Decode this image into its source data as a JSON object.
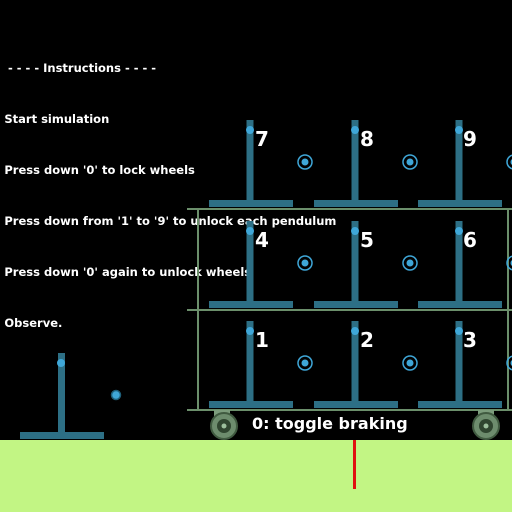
{
  "instructions": {
    "heading": "- - - - Instructions - - - -",
    "steps": [
      ". Start simulation",
      ". Press down '0' to lock wheels",
      ". Press down from '1' to '9' to unlock each pendulum",
      ". Press down '0' again to unlock wheels",
      ". Observe."
    ]
  },
  "pendulums": {
    "top_row": [
      "7",
      "8",
      "9"
    ],
    "middle_row": [
      "4",
      "5",
      "6"
    ],
    "bottom_row": [
      "1",
      "2",
      "3"
    ]
  },
  "brake_label": "0: toggle braking",
  "colors": {
    "background": "#000000",
    "ground": "#c2f584",
    "pendulum": "#2d6f85",
    "bob": "#3fa7d8",
    "frame": "#6b8f6b",
    "marker": "#e01010"
  }
}
